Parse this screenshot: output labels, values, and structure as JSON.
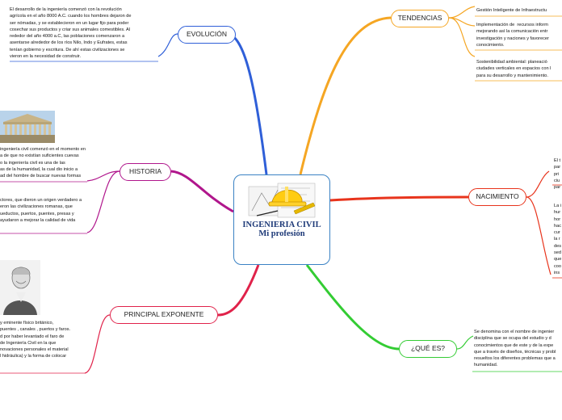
{
  "center": {
    "title_line1": "INGENIERIA CIVIL",
    "title_line2": "Mi profesión"
  },
  "colors": {
    "center_border": "#3a82c4",
    "evolucion": "#2f5fd8",
    "historia": "#b0168c",
    "principal": "#e0224a",
    "tendencias": "#f5a623",
    "nacimiento": "#e8341c",
    "que_es": "#33cc33"
  },
  "branches": {
    "evolucion": {
      "label": "EVOLUCIÓN",
      "note_lines": [
        "El desarrollo de la ingeniería comenzó con la revolución",
        "agrícola en el año 8000 A.C. cuando los hombres dejaron de",
        "ser nómadas, y se establecieron en un lugar fijo para poder",
        "cosechar sus productos y criar sus animales comestibles. Al",
        "rededor del año 4000 a.C, las poblaciones comenzaron a",
        "asentarse alrededor de los ríos Nilo, Indo y Eufrates, estas",
        "tenían gobierno y escritura. De ahí estas civilizaciones se",
        "vieron en la necesidad de construir."
      ]
    },
    "historia": {
      "label": "HISTORIA",
      "note1_lines": [
        "ingeniería civil comenzó en el momento en",
        "a de que no existían suficientes cuevas",
        "o la ingeniería civil es una de las",
        "as de la humanidad, la cual dio inicio a",
        "ad del hombre de buscar nuevas formas"
      ],
      "note2_lines": [
        "ctores, que dieron un origen verdadero a",
        "eron las civilizaciones romanas, que",
        "ueductos, puertos, puentes, presas y",
        "ayudaron a mejorar la calidad de vida"
      ]
    },
    "principal": {
      "label": "PRINCIPAL EXPONENTE",
      "note_lines": [
        "y eminente físico británico,",
        "puentes , canales , puertos y faros.",
        "d por haber levantado el faro de",
        "de Ingeniería Civil en la que",
        "novaciones personales el material",
        "l hidráulica) y la forma de colocar"
      ]
    },
    "tendencias": {
      "label": "TENDENCIAS",
      "note1_lines": [
        "Gestión Inteligente de Infraestructu"
      ],
      "note2_lines": [
        "Implementación de  recursos inform",
        "mejorando así la comunicación entr",
        "investigación y naciones y favorecer",
        "conocimiento."
      ],
      "note3_lines": [
        "Sostenibilidad ambiental: planeació",
        "ciudades verticales en espacios con l",
        "para su desarrollo y mantenimiento."
      ]
    },
    "nacimiento": {
      "label": "NACIMIENTO",
      "note1_lines": [
        "El t",
        "par",
        "pri",
        "ciu",
        "par"
      ],
      "note2_lines": [
        "La i",
        "hur",
        "hor",
        "hac",
        "cur",
        "la r",
        "des",
        "sed",
        "que",
        "coo",
        "ins"
      ]
    },
    "que_es": {
      "label": "¿QUÉ ES?",
      "note_lines": [
        "Se denomina con el nombre de ingenier",
        "disciplina que se ocupa del estudio y d",
        "conocimientos que de este y de la expe",
        "que a través de diseños, técnicas y probl",
        "resueltos los diferentes problemas que a",
        "humanidad."
      ]
    }
  }
}
